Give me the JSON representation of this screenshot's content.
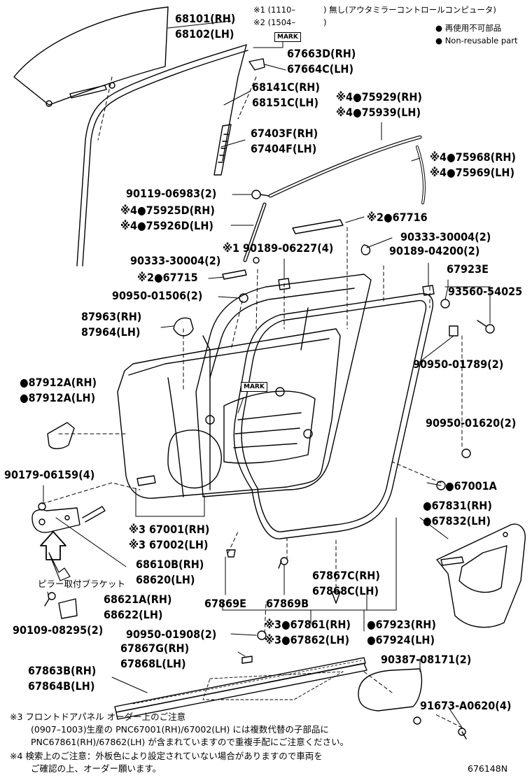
{
  "figure_id": "676148N",
  "legend": {
    "symbol": "●",
    "jp": "再使用不可部品",
    "en": "Non-reusable part"
  },
  "top_note": {
    "line1_a": "※1 (1110–",
    "line1_b": ") 無し(アウタミラーコントロールコンピュータ)",
    "line2_a": "※2 (1504–",
    "line2_b": ")"
  },
  "mark_label": "MARK",
  "parts": {
    "glass_rh": "68101(RH)",
    "glass_lh": "68102(LH)",
    "clip_rh": "67663D(RH)",
    "clip_lh": "67664C(LH)",
    "run_rh": "68141C(RH)",
    "run_lh": "68151C(LH)",
    "mould_upper_rh": "※4●75929(RH)",
    "mould_upper_lh": "※4●75939(LH)",
    "seal_rh": "67403F(RH)",
    "seal_lh": "67404F(LH)",
    "mould_side_rh": "※4●75968(RH)",
    "mould_side_lh": "※4●75969(LH)",
    "bolt_90119": "90119-06983(2)",
    "mould_front_rh": "※4●75925D(RH)",
    "mould_front_lh": "※4●75926D(LH)",
    "p67716": "※2●67716",
    "p90333_r": "90333-30004(2)",
    "p90189_06227": "※1 90189-06227(4)",
    "p90189_04200": "90189-04200(2)",
    "p90333_l": "90333-30004(2)",
    "p67923e": "67923E",
    "p67715": "※2●67715",
    "p93560": "93560-54025",
    "p90950_01506": "90950-01506(2)",
    "cover_rh": "87963(RH)",
    "cover_lh": "87964(LH)",
    "pad_rh": "●87912A(RH)",
    "pad_lh": "●87912A(LH)",
    "p90950_01789": "90950-01789(2)",
    "p90950_01620": "90950-01620(2)",
    "p90179": "90179-06159(4)",
    "p67001a": "●67001A",
    "film_rh": "●67831(RH)",
    "film_lh": "●67832(LH)",
    "panel_rh": "※3 67001(RH)",
    "panel_lh": "※3 67002(LH)",
    "bracket_rh": "68610B(RH)",
    "bracket_lh": "68620(LH)",
    "pillar_note": "ピラー取付ブラケット",
    "p67867c": "67867C(RH)",
    "p67868c": "67868C(LH)",
    "hinge_rh": "68621A(RH)",
    "hinge_lh": "68622(LH)",
    "p67869e": "67869E",
    "p67869b": "67869B",
    "p90109": "90109-08295(2)",
    "p90950_01908": "90950-01908(2)",
    "weather_rh": "※3●67861(RH)",
    "weather_lh": "※3●67862(LH)",
    "p67923_rh": "●67923(RH)",
    "p67924_lh": "●67924(LH)",
    "p67867g": "67867G(RH)",
    "p67868l": "67868L(LH)",
    "p90387": "90387-08171(2)",
    "belt_rh": "67863B(RH)",
    "belt_lh": "67864B(LH)",
    "p91673": "91673-A0620(4)"
  },
  "notes": {
    "n3_title": "※3 フロントドアパネル オーダー上のご注意",
    "n3_l1": "(0907–1003)生産の PNC67001(RH)/67002(LH) には複数代替の子部品に",
    "n3_l2": "PNC67861(RH)/67862(LH) が含まれていますので重複手配にご注意ください。",
    "n4_l1": "※4 検索上のご注意：外板色により設定されていない場合がありますので車両を",
    "n4_l2": "ご確認の上、オーダー願います。"
  }
}
